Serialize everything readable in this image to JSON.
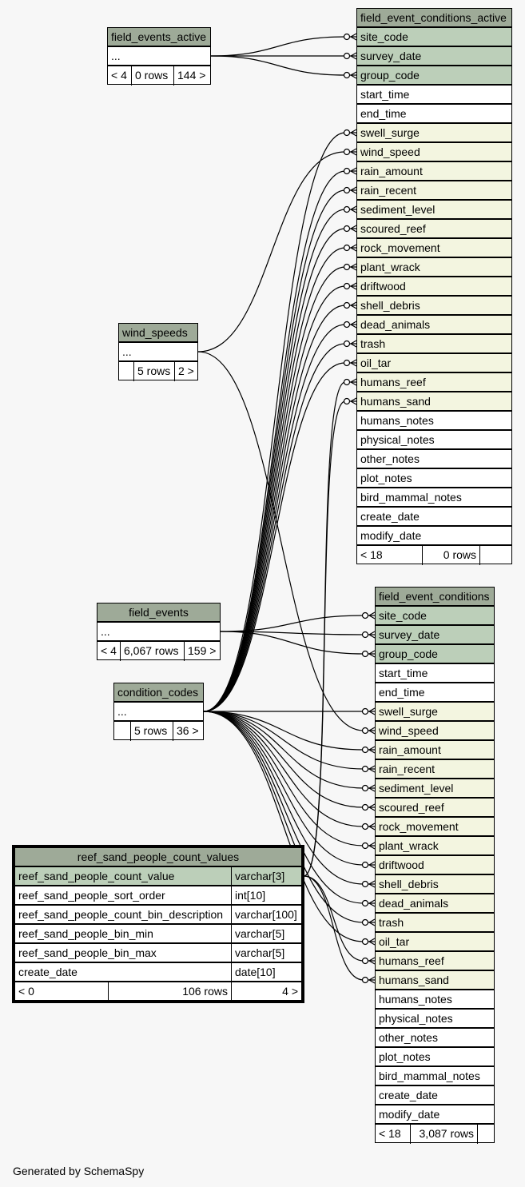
{
  "footer": "Generated by SchemaSpy",
  "tables": {
    "fec_active": {
      "name": "field_event_conditions_active",
      "pk": [
        "site_code",
        "survey_date",
        "group_code"
      ],
      "cols_top": [
        "start_time",
        "end_time"
      ],
      "fks": [
        "swell_surge",
        "wind_speed",
        "rain_amount",
        "rain_recent",
        "sediment_level",
        "scoured_reef",
        "rock_movement",
        "plant_wrack",
        "driftwood",
        "shell_debris",
        "dead_animals",
        "trash",
        "oil_tar",
        "humans_reef",
        "humans_sand"
      ],
      "cols_bottom": [
        "humans_notes",
        "physical_notes",
        "other_notes",
        "plot_notes",
        "bird_mammal_notes",
        "create_date",
        "modify_date"
      ],
      "footer": {
        "left": "< 18",
        "mid": "0 rows",
        "right": ""
      }
    },
    "fec": {
      "name": "field_event_conditions",
      "pk": [
        "site_code",
        "survey_date",
        "group_code"
      ],
      "cols_top": [
        "start_time",
        "end_time"
      ],
      "fks": [
        "swell_surge",
        "wind_speed",
        "rain_amount",
        "rain_recent",
        "sediment_level",
        "scoured_reef",
        "rock_movement",
        "plant_wrack",
        "driftwood",
        "shell_debris",
        "dead_animals",
        "trash",
        "oil_tar",
        "humans_reef",
        "humans_sand"
      ],
      "cols_bottom": [
        "humans_notes",
        "physical_notes",
        "other_notes",
        "plot_notes",
        "bird_mammal_notes",
        "create_date",
        "modify_date"
      ],
      "footer": {
        "left": "< 18",
        "mid": "3,087 rows",
        "right": ""
      }
    },
    "fea": {
      "name": "field_events_active",
      "body": "...",
      "footer": {
        "left": "< 4",
        "mid": "0 rows",
        "right": "144 >"
      }
    },
    "ws": {
      "name": "wind_speeds",
      "body": "...",
      "footer": {
        "left": "",
        "mid": "5 rows",
        "right": "2 >"
      }
    },
    "fe": {
      "name": "field_events",
      "body": "...",
      "footer": {
        "left": "< 4",
        "mid": "6,067 rows",
        "right": "159 >"
      }
    },
    "cc": {
      "name": "condition_codes",
      "body": "...",
      "footer": {
        "left": "",
        "mid": "5 rows",
        "right": "36 >"
      }
    },
    "rsp": {
      "name": "reef_sand_people_count_values",
      "rows": [
        {
          "col": "reef_sand_people_count_value",
          "type": "varchar[3]"
        },
        {
          "col": "reef_sand_people_sort_order",
          "type": "int[10]"
        },
        {
          "col": "reef_sand_people_count_bin_description",
          "type": "varchar[100]"
        },
        {
          "col": "reef_sand_people_bin_min",
          "type": "varchar[5]"
        },
        {
          "col": "reef_sand_people_bin_max",
          "type": "varchar[5]"
        },
        {
          "col": "create_date",
          "type": "date[10]"
        }
      ],
      "footer": {
        "left": "< 0",
        "mid": "106 rows",
        "right": "4 >"
      }
    }
  },
  "relationships": [
    {
      "from": "field_events_active",
      "to": "field_event_conditions_active",
      "columns": [
        "site_code",
        "survey_date",
        "group_code"
      ]
    },
    {
      "from": "field_events",
      "to": "field_event_conditions",
      "columns": [
        "site_code",
        "survey_date",
        "group_code"
      ]
    },
    {
      "from": "wind_speeds",
      "to": "field_event_conditions_active",
      "columns": [
        "wind_speed"
      ]
    },
    {
      "from": "wind_speeds",
      "to": "field_event_conditions",
      "columns": [
        "wind_speed"
      ]
    },
    {
      "from": "condition_codes",
      "to": "field_event_conditions_active",
      "columns": [
        "swell_surge",
        "rain_amount",
        "rain_recent",
        "sediment_level",
        "scoured_reef",
        "rock_movement",
        "plant_wrack",
        "driftwood",
        "shell_debris",
        "dead_animals",
        "trash",
        "oil_tar"
      ]
    },
    {
      "from": "condition_codes",
      "to": "field_event_conditions",
      "columns": [
        "swell_surge",
        "rain_amount",
        "rain_recent",
        "sediment_level",
        "scoured_reef",
        "rock_movement",
        "plant_wrack",
        "driftwood",
        "shell_debris",
        "dead_animals",
        "trash",
        "oil_tar"
      ]
    },
    {
      "from": "reef_sand_people_count_values",
      "to": "field_event_conditions_active",
      "columns": [
        "humans_reef",
        "humans_sand"
      ]
    },
    {
      "from": "reef_sand_people_count_values",
      "to": "field_event_conditions",
      "columns": [
        "humans_reef",
        "humans_sand"
      ]
    }
  ]
}
